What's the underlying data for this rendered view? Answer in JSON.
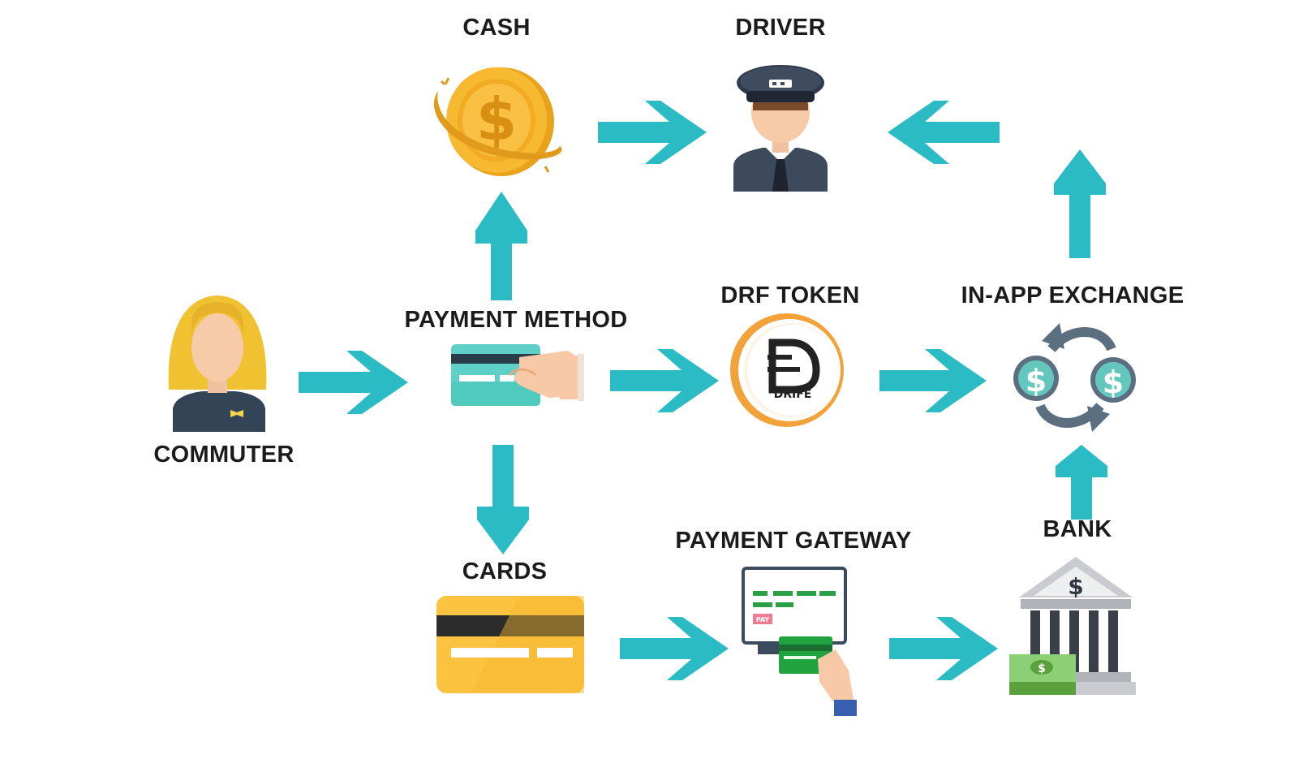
{
  "diagram": {
    "nodes": {
      "cash": {
        "label": "CASH",
        "icon": "gold-coin-icon"
      },
      "driver": {
        "label": "DRIVER",
        "icon": "driver-icon"
      },
      "commuter": {
        "label": "COMMUTER",
        "icon": "commuter-woman-icon"
      },
      "payment_method": {
        "label": "PAYMENT METHOD",
        "icon": "hand-card-icon"
      },
      "drf_token": {
        "label": "DRF TOKEN",
        "icon": "drife-token-icon",
        "logo_text": "DRIFE"
      },
      "in_app_exchange": {
        "label": "IN-APP EXCHANGE",
        "icon": "currency-exchange-icon"
      },
      "cards": {
        "label": "CARDS",
        "icon": "credit-card-icon"
      },
      "payment_gateway": {
        "label": "PAYMENT GATEWAY",
        "icon": "payment-terminal-icon",
        "button_text": "PAY"
      },
      "bank": {
        "label": "BANK",
        "icon": "bank-icon"
      }
    },
    "edges": [
      {
        "from": "commuter",
        "to": "payment_method"
      },
      {
        "from": "payment_method",
        "to": "cash"
      },
      {
        "from": "payment_method",
        "to": "drf_token"
      },
      {
        "from": "payment_method",
        "to": "cards"
      },
      {
        "from": "cash",
        "to": "driver"
      },
      {
        "from": "in_app_exchange",
        "to": "driver"
      },
      {
        "from": "drf_token",
        "to": "in_app_exchange"
      },
      {
        "from": "cards",
        "to": "payment_gateway"
      },
      {
        "from": "payment_gateway",
        "to": "bank"
      },
      {
        "from": "bank",
        "to": "in_app_exchange"
      }
    ],
    "colors": {
      "arrow": "#2bbbc4",
      "coin": "#f5b526",
      "card_yellow": "#fcc341",
      "token_orange": "#f3a23a",
      "exchange_teal": "#64c7bd",
      "bank_gray": "#c9cbd0",
      "cash_green": "#5aa03d"
    }
  }
}
